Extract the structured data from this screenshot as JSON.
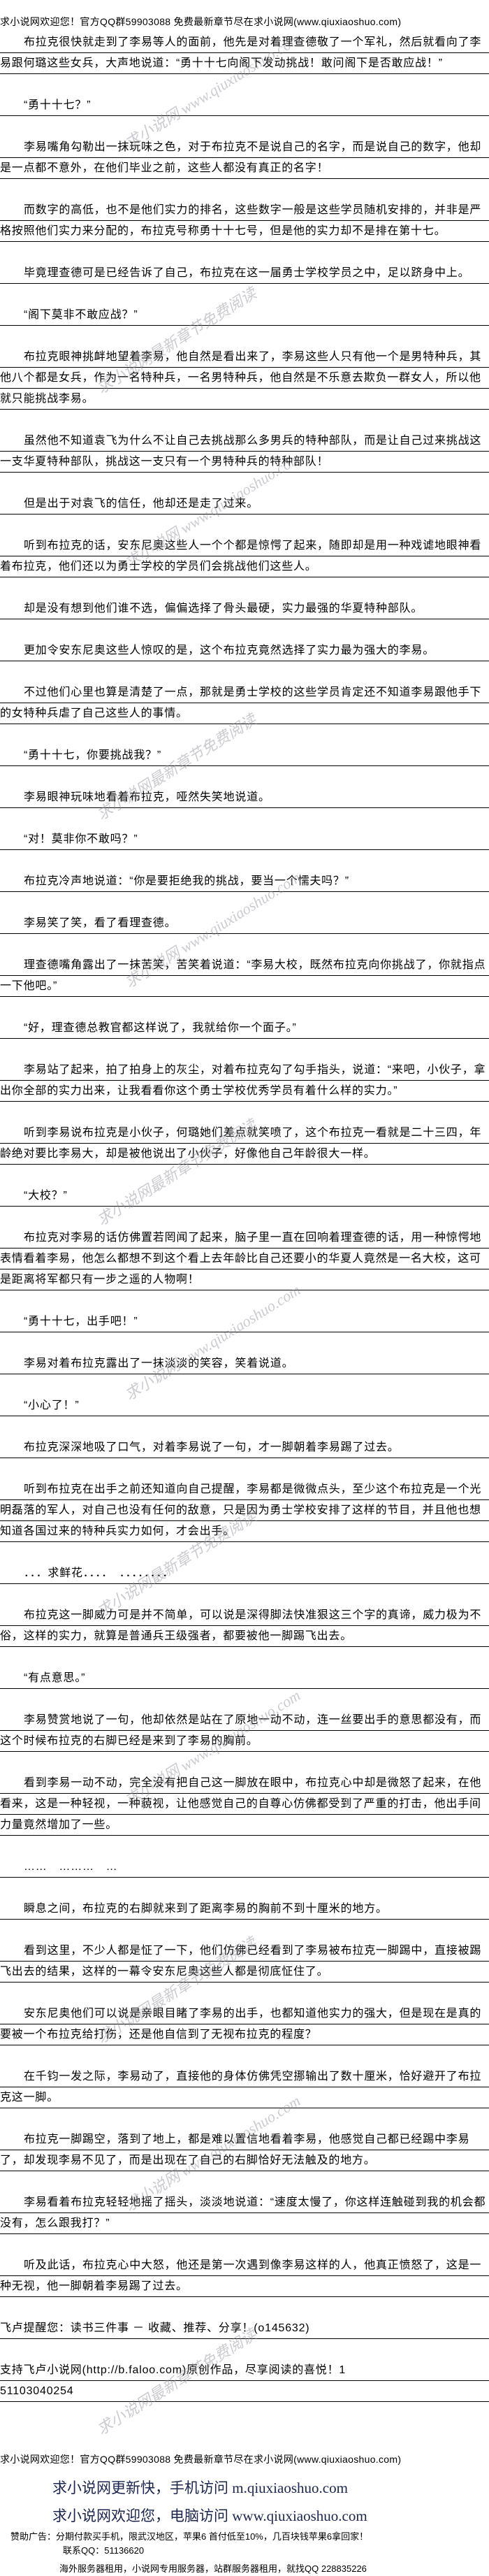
{
  "header": {
    "text": "求小说网欢迎您！官方QQ群59903088 免费最新章节尽在求小说网(www.qiuxiaoshuo.com)"
  },
  "paragraphs": [
    "布拉克很快就走到了李易等人的面前，他先是对着理查德敬了一个军礼，然后就看向了李易跟何璐这些女兵，大声地说道：“勇十十七向阁下发动挑战！敢问阁下是否敢应战！”",
    "“勇十十七？”",
    "李易嘴角勾勒出一抹玩味之色，对于布拉克不是说自己的名字，而是说自己的数字，他却是一点都不意外，在他们毕业之前，这些人都没有真正的名字！",
    "而数字的高低，也不是他们实力的排名，这些数字一般是这些学员随机安排的，并非是严格按照他们实力来分配的，布拉克号称勇十十七号，但是他的实力却不是排在第十七。",
    "毕竟理查德可是已经告诉了自己，布拉克在这一届勇士学校学员之中，足以跻身中上。",
    "“阁下莫非不敢应战？”",
    "布拉克眼神挑衅地望着李易，他自然是看出来了，李易这些人只有他一个是男特种兵，其他八个都是女兵，作为一名特种兵，一名男特种兵，他自然是不乐意去欺负一群女人，所以他就只能挑战李易。",
    "虽然他不知道袁飞为什么不让自己去挑战那么多男兵的特种部队，而是让自己过来挑战这一支华夏特种部队，挑战这一支只有一个男特种兵的特种部队！",
    "但是出于对袁飞的信任，他却还是走了过来。",
    "听到布拉克的话，安东尼奥这些人一个个都是惊愕了起来，随即却是用一种戏谑地眼神看着布拉克，他们还以为勇士学校的学员们会挑战他们这些人。",
    "却是没有想到他们谁不选，偏偏选择了骨头最硬，实力最强的华夏特种部队。",
    "更加令安东尼奥这些人惊叹的是，这个布拉克竟然选择了实力最为强大的李易。",
    "不过他们心里也算是清楚了一点，那就是勇士学校的这些学员肯定还不知道李易跟他手下的女特种兵虐了自己这些人的事情。",
    "“勇十十七，你要挑战我？”",
    "李易眼神玩味地看着布拉克，哑然失笑地说道。",
    "“对！莫非你不敢吗？”",
    "布拉克冷声地说道：“你是要拒绝我的挑战，要当一个懦夫吗？”",
    "李易笑了笑，看了看理查德。",
    "理查德嘴角露出了一抹苦笑，苦笑着说道：“李易大校，既然布拉克向你挑战了，你就指点一下他吧。”",
    "“好，理查德总教官都这样说了，我就给你一个面子。”",
    "李易站了起来，拍了拍身上的灰尘，对着布拉克勾了勾手指头，说道：“来吧，小伙子，拿出你全部的实力出来，让我看看你这个勇士学校优秀学员有着什么样的实力。”",
    "听到李易说布拉克是小伙子，何璐她们差点就笑喷了，这个布拉克一看就是二十三四，年龄绝对要比李易大，却是被他说出了小伙子，好像他自己年龄很大一样。",
    "“大校？”",
    "布拉克对李易的话仿佛置若罔闻了起来，脑子里一直在回响着理查德的话，用一种惊愕地表情看着李易，他怎么都想不到这个看上去年龄比自己还要小的华夏人竟然是一名大校，这可是距离将军都只有一步之遥的人物啊！",
    "“勇十十七，出手吧！”",
    "李易对着布拉克露出了一抹淡淡的笑容，笑着说道。",
    "“小心了！”",
    "布拉克深深地吸了口气，对着李易说了一句，才一脚朝着李易踢了过去。",
    "听到布拉克在出手之前还知道向自己提醒，李易都是微微点头，至少这个布拉克是一个光明磊落的军人，对自己也没有任何的敌意，只是因为勇士学校安排了这样的节目，并且他也想知道各国过来的特种兵实力如何，才会出手。",
    "．．．求鲜花．．．．　．．．．．．．．",
    "布拉克这一脚威力可是并不简单，可以说是深得脚法快准狠这三个字的真谛，威力极为不俗，这样的实力，就算是普通兵王级强者，都要被他一脚踢飞出去。",
    "“有点意思。”",
    "李易赞赏地说了一句，他却依然是站在了原地一动不动，连一丝要出手的意思都没有，而这个时候布拉克的右脚已经是来到了李易的胸前。",
    "看到李易一动不动，完全没有把自己这一脚放在眼中，布拉克心中却是微怒了起来，在他看来，这是一种轻视，一种藐视，让他感觉自己的自尊心仿佛都受到了严重的打击，他出手间力量竟然增加了一些。",
    "……　………　…",
    "瞬息之间，布拉克的右脚就来到了距离李易的胸前不到十厘米的地方。",
    "看到这里，不少人都是怔了一下，他们仿佛已经看到了李易被布拉克一脚踢中，直接被踢飞出去的结果，这样的一幕令安东尼奥这些人都是彻底怔住了。",
    "安东尼奥他们可以说是亲眼目睹了李易的出手，也都知道他实力的强大，但是现在是真的要被一个布拉克给打伤，还是他自信到了无视布拉克的程度？",
    "在千钧一发之际，李易动了，直接他的身体仿佛凭空挪输出了数十厘米，恰好避开了布拉克这一脚。",
    "布拉克一脚踢空，落到了地上，都是难以置信地看着李易，他感觉自己都已经踢中李易了，却发现李易不见了，而是出现在了自己的右脚恰好无法触及的地方。",
    "李易看着布拉克轻轻地摇了摇头，淡淡地说道：“速度太慢了，你这样连触碰到我的机会都没有，怎么跟我打？”",
    "听及此话，布拉克心中大怒，他还是第一次遇到像李易这样的人，他真正愤怒了，这是一种无视，他一脚朝着李易踢了过去。"
  ],
  "notes": {
    "reminder": "飞卢提醒您：读书三件事 － 收藏、推荐、分享！(o145632)",
    "support": "支持飞卢小说网(http://b.faloo.com)原创作品，尽享阅读的喜悦！1",
    "code": "51103040254"
  },
  "footer": {
    "header": "求小说网欢迎您！官方QQ群59903088 免费最新章节尽在求小说网(www.qiuxiaoshuo.com)",
    "mobile": "求小说网更新快，手机访问 m.qiuxiaoshuo.com",
    "desktop": "求小说网欢迎您，电脑访问 www.qiuxiaoshuo.com",
    "ad_line1": "赞助广告：分期付款买手机，限武汉地区，苹果6 首付低至10%，几百块钱苹果6拿回家！",
    "ad_line2": "联系QQ：51136620",
    "ad_line3": "海外服务器租用，小说网专用服务器，站群服务器租用，就找QQ 228835226"
  },
  "watermarks": {
    "url": "求小说网 www.qiuxiaoshuo.com",
    "slogan": "求小说网最新章节免费阅读"
  }
}
